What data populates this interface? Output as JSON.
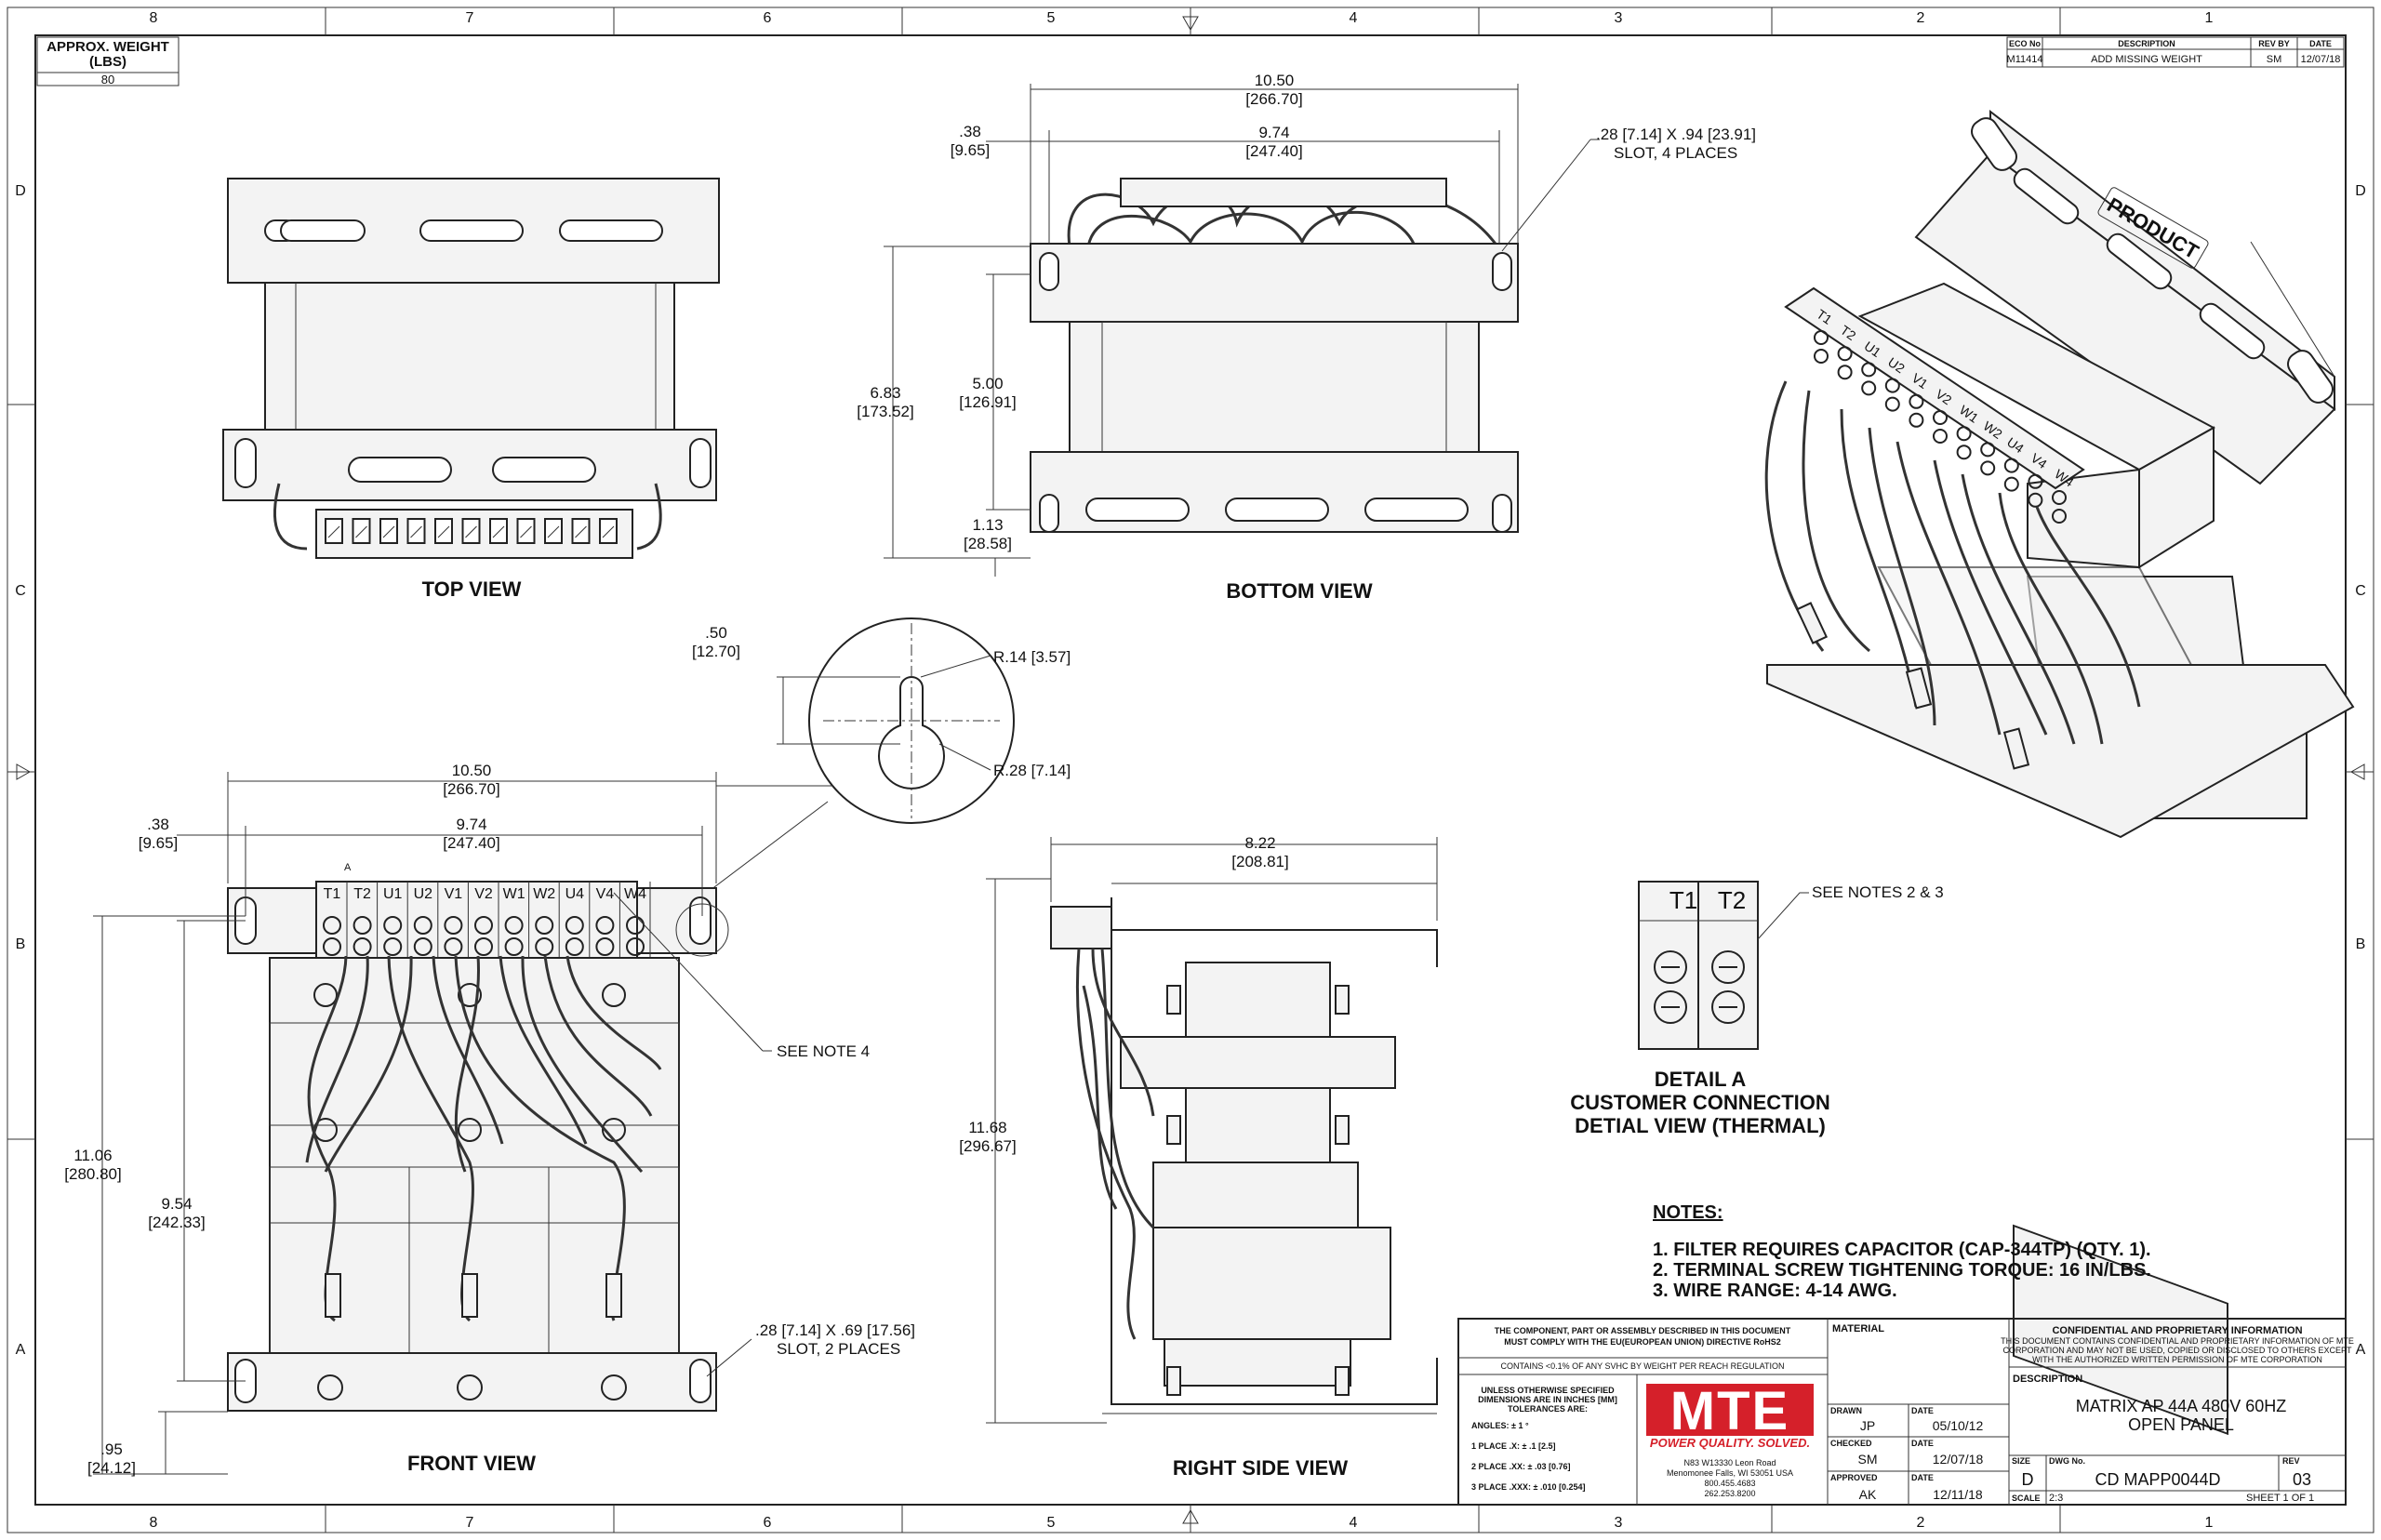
{
  "border": {
    "columns": [
      "8",
      "7",
      "6",
      "5",
      "4",
      "3",
      "2",
      "1"
    ],
    "rows": [
      "D",
      "C",
      "B",
      "A"
    ]
  },
  "weight": {
    "header": "APPROX. WEIGHT (LBS)",
    "value": "80"
  },
  "revision": {
    "headers": [
      "ECO No",
      "DESCRIPTION",
      "REV BY",
      "DATE"
    ],
    "row": [
      "M11414",
      "ADD MISSING WEIGHT",
      "SM",
      "12/07/18"
    ]
  },
  "views": {
    "top": "TOP VIEW",
    "bottom": "BOTTOM VIEW",
    "front": "FRONT VIEW",
    "right_side": "RIGHT SIDE VIEW",
    "detail_title_1": "DETAIL A",
    "detail_title_2": "CUSTOMER CONNECTION",
    "detail_title_3": "DETIAL VIEW (THERMAL)",
    "detail_marker": "A",
    "product_label": "PRODUCT"
  },
  "terminals": [
    "T1",
    "T2",
    "U1",
    "U2",
    "V1",
    "V2",
    "W1",
    "W2",
    "U4",
    "V4",
    "W4"
  ],
  "detail_terminals": [
    "T1",
    "T2"
  ],
  "dims": {
    "bv_width": "10.50",
    "bv_width_mm": "[266.70]",
    "bv_inner": "9.74",
    "bv_inner_mm": "[247.40]",
    "bv_edge": ".38",
    "bv_edge_mm": "[9.65]",
    "bv_height": "6.83",
    "bv_height_mm": "[173.52]",
    "bv_mid": "5.00",
    "bv_mid_mm": "[126.91]",
    "bv_low": "1.13",
    "bv_low_mm": "[28.58]",
    "bv_slot": ".28 [7.14] X .94 [23.91]",
    "bv_slot2": "SLOT, 4 PLACES",
    "kh_gap": ".50",
    "kh_gap_mm": "[12.70]",
    "kh_r1": "R.14 [3.57]",
    "kh_r2": "R.28 [7.14]",
    "fv_width": "10.50",
    "fv_width_mm": "[266.70]",
    "fv_inner": "9.74",
    "fv_inner_mm": "[247.40]",
    "fv_edge": ".38",
    "fv_edge_mm": "[9.65]",
    "fv_height": "11.06",
    "fv_height_mm": "[280.80]",
    "fv_mid": "9.54",
    "fv_mid_mm": "[242.33]",
    "fv_low": ".95",
    "fv_low_mm": "[24.12]",
    "fv_slot": ".28 [7.14] X .69 [17.56]",
    "fv_slot2": "SLOT, 2 PLACES",
    "rs_width": "8.22",
    "rs_width_mm": "[208.81]",
    "rs_height": "11.68",
    "rs_height_mm": "[296.67]"
  },
  "callouts": {
    "see_note_4": "SEE NOTE 4",
    "see_notes_23": "SEE NOTES 2 & 3"
  },
  "notes": {
    "title": "NOTES:",
    "items": [
      "1.  FILTER REQUIRES CAPACITOR (CAP-344TP) (QTY. 1).",
      "2.  TERMINAL SCREW TIGHTENING TORQUE: 16 IN/LBS.",
      "3.  WIRE RANGE: 4-14 AWG."
    ]
  },
  "title_block": {
    "rohs_1": "THE COMPONENT, PART OR ASSEMBLY DESCRIBED IN THIS DOCUMENT",
    "rohs_2": "MUST COMPLY WITH THE EU(EUROPEAN UNION) DIRECTIVE RoHS2",
    "svhc": "CONTAINS <0.1% OF ANY SVHC BY WEIGHT PER REACH REGULATION",
    "tol_1": "UNLESS OTHERWISE SPECIFIED",
    "tol_2": "DIMENSIONS ARE IN INCHES [MM]",
    "tol_3": "TOLERANCES ARE:",
    "angles": "ANGLES: ± 1 °",
    "place1": "1 PLACE .X: ± .1 [2.5]",
    "place2": "2 PLACE .XX: ± .03 [0.76]",
    "place3": "3 PLACE .XXX: ± .010 [0.254]",
    "material": "MATERIAL",
    "logo": "MTE",
    "tagline": "POWER QUALITY. SOLVED.",
    "address": [
      "N83 W13330 Leon Road",
      "Menomonee Falls, WI 53051 USA",
      "800.455.4683",
      "262.253.8200"
    ],
    "drawn_label": "DRAWN",
    "drawn_by": "JP",
    "date_label": "DATE",
    "drawn_date": "05/10/12",
    "checked_label": "CHECKED",
    "checked_by": "SM",
    "checked_date": "12/07/18",
    "approved_label": "APPROVED",
    "approved_by": "AK",
    "approved_date": "12/11/18",
    "conf_title": "CONFIDENTIAL AND PROPRIETARY INFORMATION",
    "conf_1": "THIS DOCUMENT CONTAINS CONFIDENTIAL AND PROPRIETARY INFORMATION OF MTE",
    "conf_2": "CORPORATION AND MAY NOT BE USED, COPIED OR DISCLOSED TO OTHERS EXCEPT",
    "conf_3": "WITH THE AUTHORIZED WRITTEN PERMISSION OF MTE CORPORATION",
    "description_label": "DESCRIPTION",
    "description_1": "MATRIX AP 44A 480V 60HZ",
    "description_2": "OPEN PANEL",
    "size_label": "SIZE",
    "size": "D",
    "dwg_label": "DWG No.",
    "dwg": "CD MAPP0044D",
    "rev_label": "REV",
    "rev": "03",
    "scale_label": "SCALE",
    "scale": "2:3",
    "sheet": "SHEET 1  OF 1"
  }
}
